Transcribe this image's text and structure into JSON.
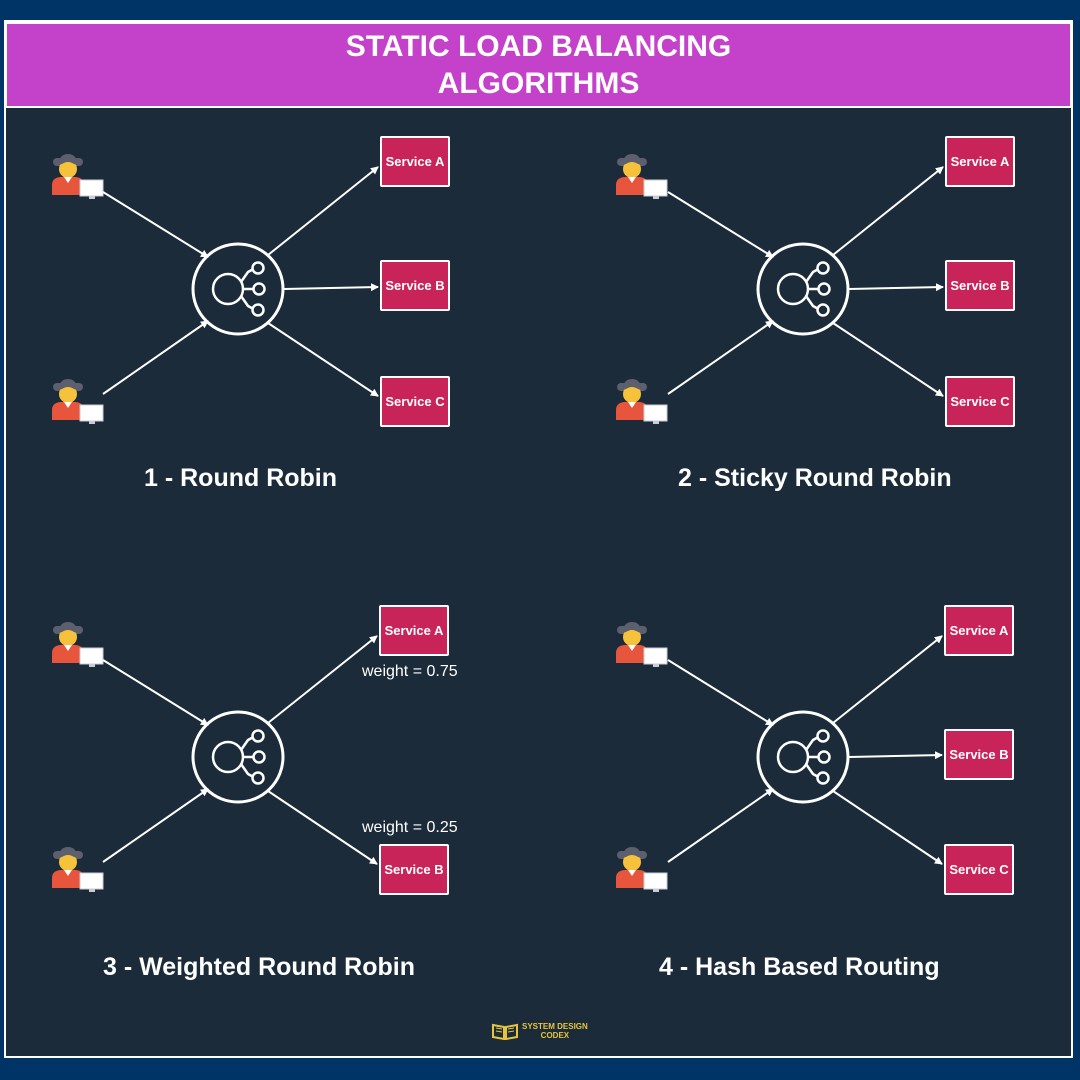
{
  "header": {
    "title_line1": "STATIC LOAD BALANCING",
    "title_line2": "ALGORITHMS"
  },
  "colors": {
    "background": "#1b2b3a",
    "outer_border": "#003366",
    "banner": "#c441c9",
    "service_box": "#c9245a",
    "user_shirt": "#e8553d",
    "user_skin": "#f7c23b",
    "user_hair": "#5b5f6e",
    "logo": "#e8c53a"
  },
  "panels": [
    {
      "caption": "1 - Round Robin",
      "services": [
        "Service A",
        "Service B",
        "Service C"
      ]
    },
    {
      "caption": "2 - Sticky Round Robin",
      "services": [
        "Service A",
        "Service B",
        "Service C"
      ]
    },
    {
      "caption": "3 - Weighted Round Robin",
      "services": [
        "Service A",
        "Service B"
      ],
      "weights": [
        "weight = 0.75",
        "weight = 0.25"
      ]
    },
    {
      "caption": "4 - Hash Based Routing",
      "services": [
        "Service A",
        "Service B",
        "Service C"
      ]
    }
  ],
  "icons": [
    "user-with-laptop-icon",
    "load-balancer-icon",
    "book-icon"
  ],
  "footer": {
    "logo_line1": "SYSTEM DESIGN",
    "logo_line2": "CODEX"
  }
}
